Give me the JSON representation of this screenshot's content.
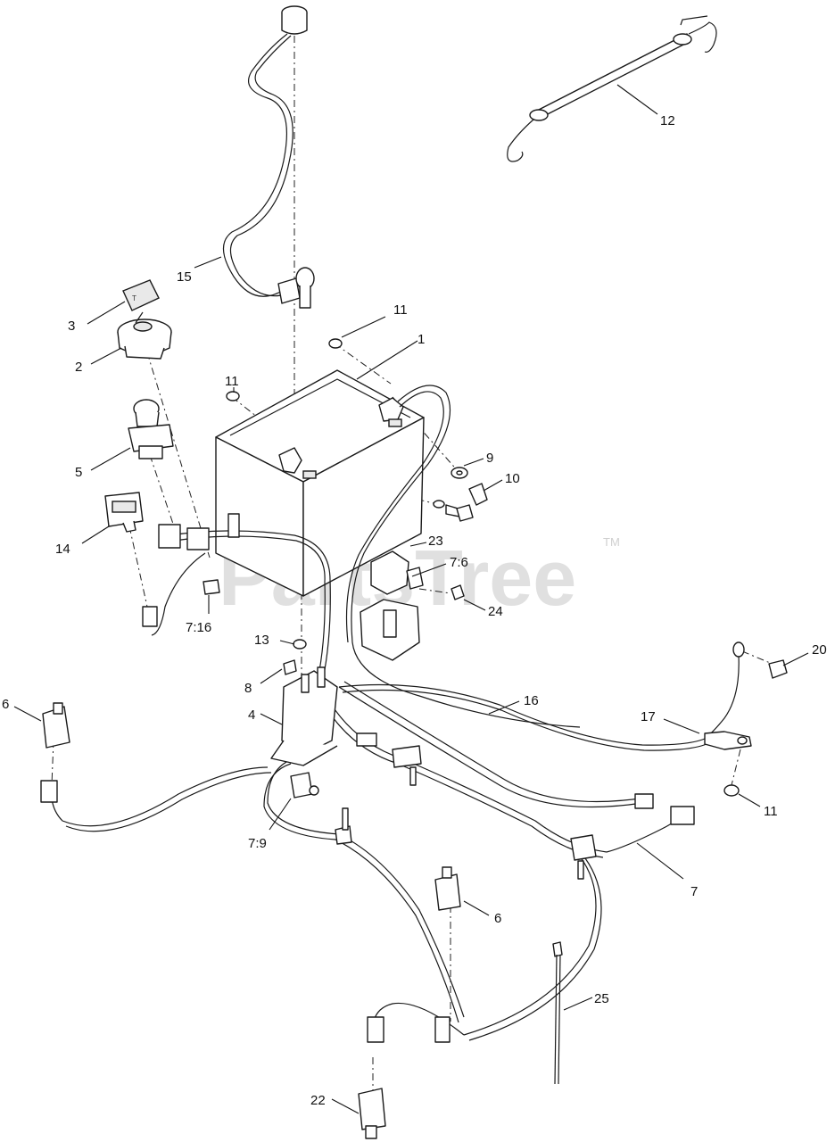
{
  "watermark": {
    "text": "PartsTree",
    "trademark": "TM"
  },
  "callouts": {
    "c1": "1",
    "c2": "2",
    "c3": "3",
    "c4": "4",
    "c5": "5",
    "c6a": "6",
    "c6b": "6",
    "c7": "7",
    "c7_6": "7:6",
    "c7_9": "7:9",
    "c7_16": "7:16",
    "c8": "8",
    "c9": "9",
    "c10": "10",
    "c11a": "11",
    "c11b": "11",
    "c11c": "11",
    "c12": "12",
    "c13": "13",
    "c14": "14",
    "c15": "15",
    "c16": "16",
    "c17": "17",
    "c20": "20",
    "c22": "22",
    "c23": "23",
    "c24": "24",
    "c25": "25"
  }
}
